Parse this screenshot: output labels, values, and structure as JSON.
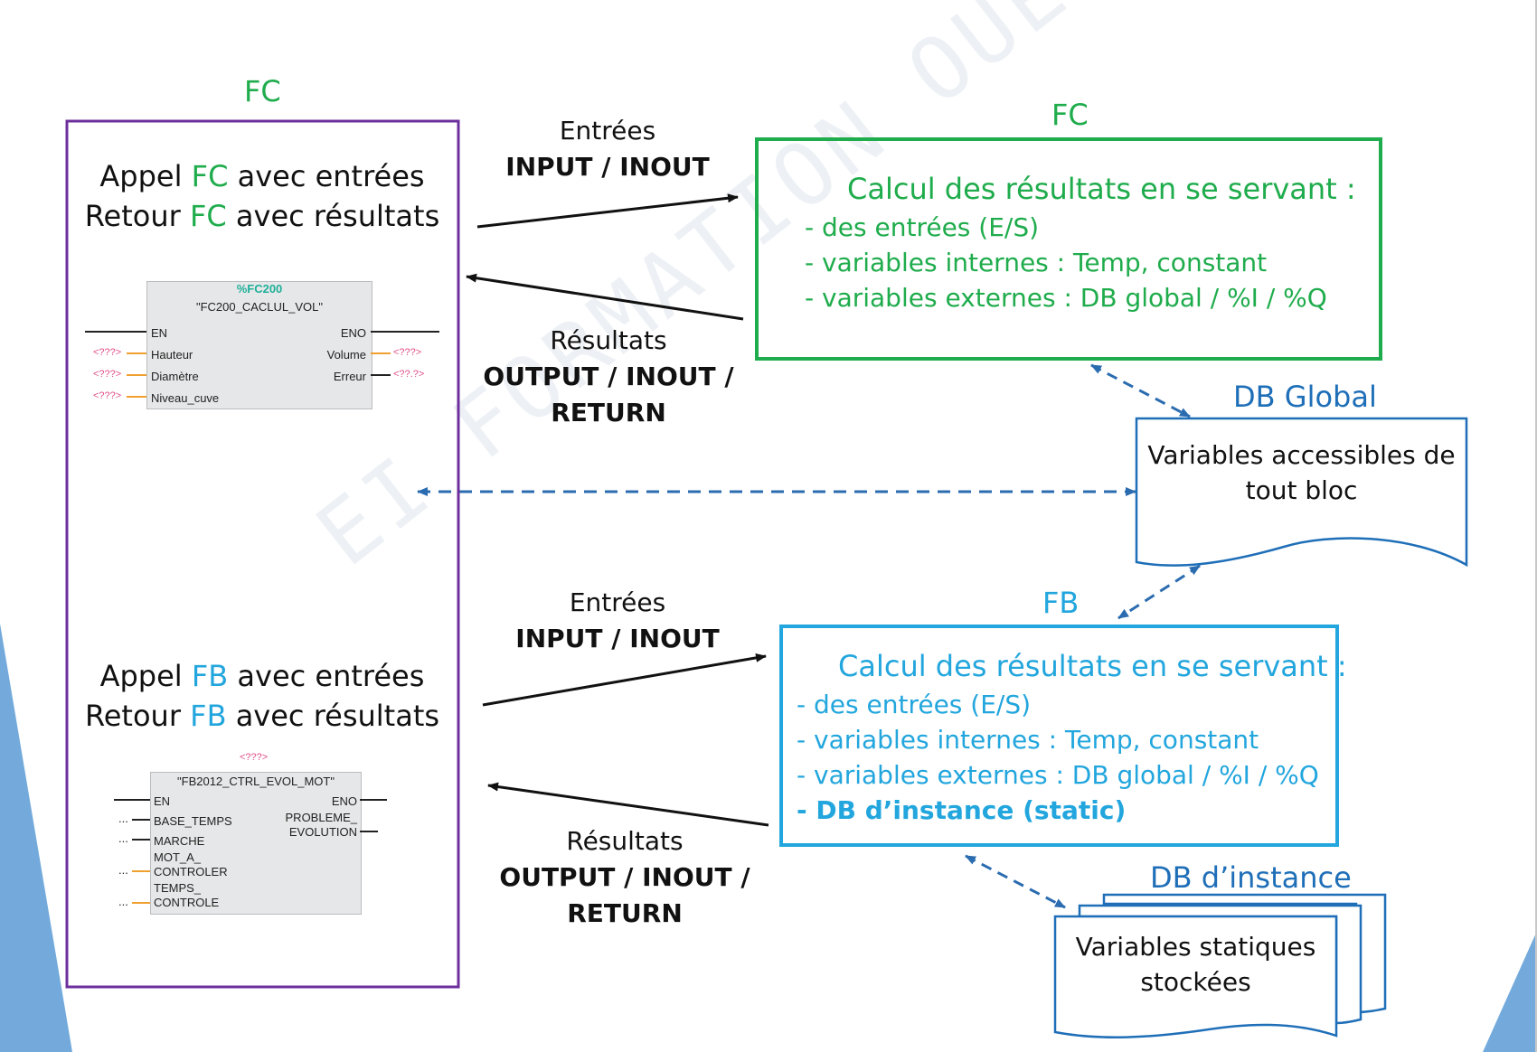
{
  "left": {
    "label": "FC",
    "fc_call": {
      "line1": {
        "pre": "Appel ",
        "kw": "FC",
        "post": " avec entrées"
      },
      "line2": {
        "pre": "Retour ",
        "kw": "FC",
        "post": " avec résultats"
      }
    },
    "fb_call": {
      "line1": {
        "pre": "Appel ",
        "kw": "FB",
        "post": " avec entrées"
      },
      "line2": {
        "pre": "Retour ",
        "kw": "FB",
        "post": " avec résultats"
      }
    },
    "fc_block": {
      "id": "%FC200",
      "name": "\"FC200_CACLUL_VOL\"",
      "left_pins": [
        "EN",
        "Hauteur",
        "Diamètre",
        "Niveau_cuve"
      ],
      "right_pins": [
        "ENO",
        "Volume",
        "Erreur"
      ],
      "placeholder": "<???>",
      "placeholder_alt": "<??.?>"
    },
    "fb_block": {
      "instance": "<???>",
      "name": "\"FB2012_CTRL_EVOL_MOT\"",
      "left_pins": [
        "EN",
        "BASE_TEMPS",
        "MARCHE",
        "MOT_A_",
        "CONTROLER",
        "TEMPS_",
        "CONTROLE"
      ],
      "right_pins": [
        "ENO",
        "PROBLEME_",
        "EVOLUTION"
      ],
      "dots": "..."
    }
  },
  "flows": {
    "fc_in": {
      "title": "Entrées",
      "sub": "INPUT / INOUT"
    },
    "fc_out": {
      "title": "Résultats",
      "sub1": "OUTPUT / INOUT /",
      "sub2": "RETURN"
    },
    "fb_in": {
      "title": "Entrées",
      "sub": "INPUT / INOUT"
    },
    "fb_out": {
      "title": "Résultats",
      "sub1": "OUTPUT / INOUT /",
      "sub2": "RETURN"
    }
  },
  "fc_box": {
    "label": "FC",
    "title": "Calcul des résultats en se servant :",
    "items": [
      "- des entrées (E/S)",
      "- variables internes : Temp, constant",
      "- variables externes : DB global / %I / %Q"
    ]
  },
  "fb_box": {
    "label": "FB",
    "title": "Calcul des résultats en se servant :",
    "items": [
      "- des entrées (E/S)",
      "- variables internes : Temp, constant",
      "- variables externes : DB global / %I / %Q"
    ],
    "bold_item": "- DB d’instance (static)"
  },
  "db_global": {
    "label": "DB Global",
    "line1": "Variables accessibles de",
    "line2": "tout bloc"
  },
  "db_instance": {
    "label": "DB d’instance",
    "line1": "Variables statiques",
    "line2": "stockées"
  },
  "watermark": "EI FORMATION OUEST",
  "colors": {
    "fc_green": "#1fac4c",
    "fb_cyan": "#22a6dd",
    "db_blue": "#1f6fb8",
    "left_frame": "#6d2f9e",
    "arrow": "#111111"
  }
}
